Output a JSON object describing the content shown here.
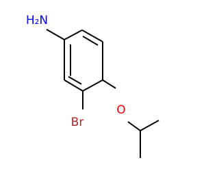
{
  "molecule": {
    "atoms": {
      "amine": {
        "label": "H₂N",
        "color": "#0000ff"
      },
      "bromine": {
        "label": "Br",
        "color": "#a52a2a"
      },
      "oxygen": {
        "label": "O",
        "color": "#ff0000"
      }
    }
  }
}
